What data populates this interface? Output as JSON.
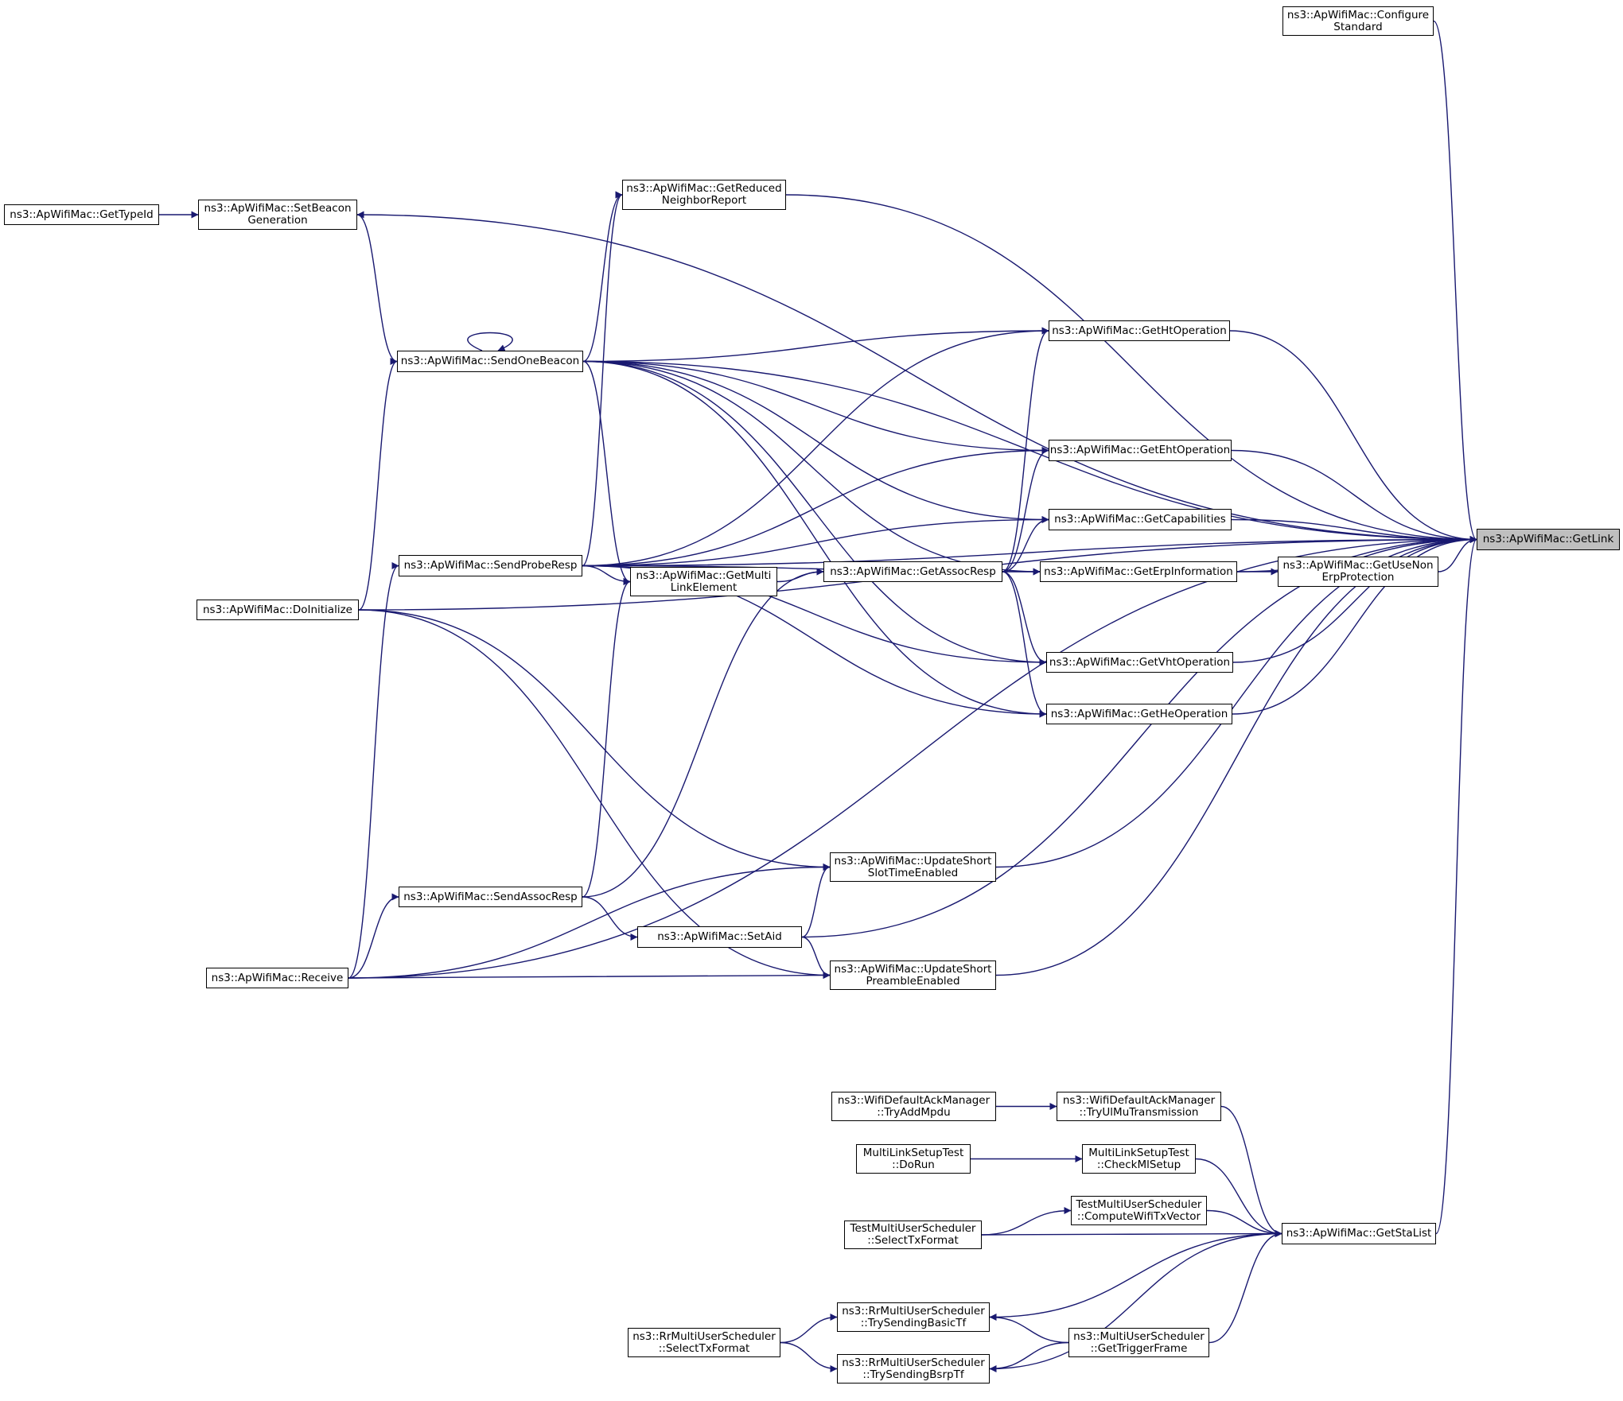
{
  "graph": {
    "edge_color": "#191970",
    "focus_fill": "#bfbfbf",
    "nodes": [
      {
        "id": "getlink",
        "lines": [
          "ns3::ApWifiMac::GetLink"
        ],
        "focus": true
      },
      {
        "id": "configure",
        "lines": [
          "ns3::ApWifiMac::Configure",
          "Standard"
        ]
      },
      {
        "id": "gettypeid",
        "lines": [
          "ns3::ApWifiMac::GetTypeId"
        ]
      },
      {
        "id": "setbeacon",
        "lines": [
          "ns3::ApWifiMac::SetBeacon",
          "Generation"
        ]
      },
      {
        "id": "getreduced",
        "lines": [
          "ns3::ApWifiMac::GetReduced",
          "NeighborReport"
        ]
      },
      {
        "id": "sendonebeacon",
        "lines": [
          "ns3::ApWifiMac::SendOneBeacon"
        ]
      },
      {
        "id": "gethtop",
        "lines": [
          "ns3::ApWifiMac::GetHtOperation"
        ]
      },
      {
        "id": "getehtop",
        "lines": [
          "ns3::ApWifiMac::GetEhtOperation"
        ]
      },
      {
        "id": "getcap",
        "lines": [
          "ns3::ApWifiMac::GetCapabilities"
        ]
      },
      {
        "id": "sendproberesp",
        "lines": [
          "ns3::ApWifiMac::SendProbeResp"
        ]
      },
      {
        "id": "doinit",
        "lines": [
          "ns3::ApWifiMac::DoInitialize"
        ]
      },
      {
        "id": "getmultilink",
        "lines": [
          "ns3::ApWifiMac::GetMulti",
          "LinkElement"
        ]
      },
      {
        "id": "getassocresp",
        "lines": [
          "ns3::ApWifiMac::GetAssocResp"
        ]
      },
      {
        "id": "geterpinfo",
        "lines": [
          "ns3::ApWifiMac::GetErpInformation"
        ]
      },
      {
        "id": "getusenon",
        "lines": [
          "ns3::ApWifiMac::GetUseNon",
          "ErpProtection"
        ]
      },
      {
        "id": "getvhtop",
        "lines": [
          "ns3::ApWifiMac::GetVhtOperation"
        ]
      },
      {
        "id": "getheop",
        "lines": [
          "ns3::ApWifiMac::GetHeOperation"
        ]
      },
      {
        "id": "updateslot",
        "lines": [
          "ns3::ApWifiMac::UpdateShort",
          "SlotTimeEnabled"
        ]
      },
      {
        "id": "sendassocresp",
        "lines": [
          "ns3::ApWifiMac::SendAssocResp"
        ]
      },
      {
        "id": "setaid",
        "lines": [
          "ns3::ApWifiMac::SetAid"
        ]
      },
      {
        "id": "receive",
        "lines": [
          "ns3::ApWifiMac::Receive"
        ]
      },
      {
        "id": "updatepreamble",
        "lines": [
          "ns3::ApWifiMac::UpdateShort",
          "PreambleEnabled"
        ]
      },
      {
        "id": "tryaddmpdu",
        "lines": [
          "ns3::WifiDefaultAckManager",
          "::TryAddMpdu"
        ]
      },
      {
        "id": "tryulmu",
        "lines": [
          "ns3::WifiDefaultAckManager",
          "::TryUlMuTransmission"
        ]
      },
      {
        "id": "mlsdorun",
        "lines": [
          "MultiLinkSetupTest",
          "::DoRun"
        ]
      },
      {
        "id": "checkml",
        "lines": [
          "MultiLinkSetupTest",
          "::CheckMlSetup"
        ]
      },
      {
        "id": "computetxv",
        "lines": [
          "TestMultiUserScheduler",
          "::ComputeWifiTxVector"
        ]
      },
      {
        "id": "testselecttx",
        "lines": [
          "TestMultiUserScheduler",
          "::SelectTxFormat"
        ]
      },
      {
        "id": "getstalist",
        "lines": [
          "ns3::ApWifiMac::GetStaList"
        ]
      },
      {
        "id": "trybasictf",
        "lines": [
          "ns3::RrMultiUserScheduler",
          "::TrySendingBasicTf"
        ]
      },
      {
        "id": "rrselecttx",
        "lines": [
          "ns3::RrMultiUserScheduler",
          "::SelectTxFormat"
        ]
      },
      {
        "id": "gettrigger",
        "lines": [
          "ns3::MultiUserScheduler",
          "::GetTriggerFrame"
        ]
      },
      {
        "id": "trybsrptf",
        "lines": [
          "ns3::RrMultiUserScheduler",
          "::TrySendingBsrpTf"
        ]
      }
    ],
    "edges": [
      [
        "configure",
        "getlink"
      ],
      [
        "setbeacon",
        "getlink"
      ],
      [
        "doinit",
        "getlink"
      ],
      [
        "sendonebeacon",
        "getlink"
      ],
      [
        "getreduced",
        "getlink"
      ],
      [
        "gethtop",
        "getlink"
      ],
      [
        "sendproberesp",
        "getlink"
      ],
      [
        "getehtop",
        "getlink"
      ],
      [
        "getcap",
        "getlink"
      ],
      [
        "geterpinfo",
        "getlink"
      ],
      [
        "getusenon",
        "getlink"
      ],
      [
        "getvhtop",
        "getlink"
      ],
      [
        "getheop",
        "getlink"
      ],
      [
        "updateslot",
        "getlink"
      ],
      [
        "setaid",
        "getlink"
      ],
      [
        "updatepreamble",
        "getlink"
      ],
      [
        "receive",
        "getlink"
      ],
      [
        "getstalist",
        "getlink"
      ],
      [
        "gettypeid",
        "setbeacon"
      ],
      [
        "sendonebeacon",
        "setbeacon"
      ],
      [
        "sendonebeacon",
        "sendonebeacon"
      ],
      [
        "doinit",
        "sendonebeacon"
      ],
      [
        "sendonebeacon",
        "getreduced"
      ],
      [
        "sendproberesp",
        "getreduced"
      ],
      [
        "sendonebeacon",
        "gethtop"
      ],
      [
        "sendproberesp",
        "gethtop"
      ],
      [
        "getassocresp",
        "gethtop"
      ],
      [
        "sendonebeacon",
        "getehtop"
      ],
      [
        "sendproberesp",
        "getehtop"
      ],
      [
        "getassocresp",
        "getehtop"
      ],
      [
        "sendonebeacon",
        "getcap"
      ],
      [
        "sendproberesp",
        "getcap"
      ],
      [
        "getassocresp",
        "getcap"
      ],
      [
        "receive",
        "sendproberesp"
      ],
      [
        "sendonebeacon",
        "getmultilink"
      ],
      [
        "sendproberesp",
        "getmultilink"
      ],
      [
        "sendassocresp",
        "getmultilink"
      ],
      [
        "getmultilink",
        "getassocresp"
      ],
      [
        "sendassocresp",
        "getassocresp"
      ],
      [
        "sendonebeacon",
        "geterpinfo"
      ],
      [
        "sendproberesp",
        "geterpinfo"
      ],
      [
        "getassocresp",
        "geterpinfo"
      ],
      [
        "geterpinfo",
        "getusenon"
      ],
      [
        "sendonebeacon",
        "getvhtop"
      ],
      [
        "sendproberesp",
        "getvhtop"
      ],
      [
        "getassocresp",
        "getvhtop"
      ],
      [
        "sendonebeacon",
        "getheop"
      ],
      [
        "sendproberesp",
        "getheop"
      ],
      [
        "getassocresp",
        "getheop"
      ],
      [
        "doinit",
        "updateslot"
      ],
      [
        "receive",
        "updateslot"
      ],
      [
        "setaid",
        "updateslot"
      ],
      [
        "receive",
        "sendassocresp"
      ],
      [
        "sendassocresp",
        "setaid"
      ],
      [
        "doinit",
        "updatepreamble"
      ],
      [
        "receive",
        "updatepreamble"
      ],
      [
        "setaid",
        "updatepreamble"
      ],
      [
        "tryaddmpdu",
        "tryulmu"
      ],
      [
        "mlsdorun",
        "checkml"
      ],
      [
        "testselecttx",
        "computetxv"
      ],
      [
        "tryulmu",
        "getstalist"
      ],
      [
        "checkml",
        "getstalist"
      ],
      [
        "computetxv",
        "getstalist"
      ],
      [
        "testselecttx",
        "getstalist"
      ],
      [
        "trybasictf",
        "getstalist"
      ],
      [
        "gettrigger",
        "getstalist"
      ],
      [
        "trybsrptf",
        "getstalist"
      ],
      [
        "rrselecttx",
        "trybasictf"
      ],
      [
        "rrselecttx",
        "trybsrptf"
      ],
      [
        "gettrigger",
        "trybasictf"
      ],
      [
        "gettrigger",
        "trybsrptf"
      ]
    ]
  }
}
